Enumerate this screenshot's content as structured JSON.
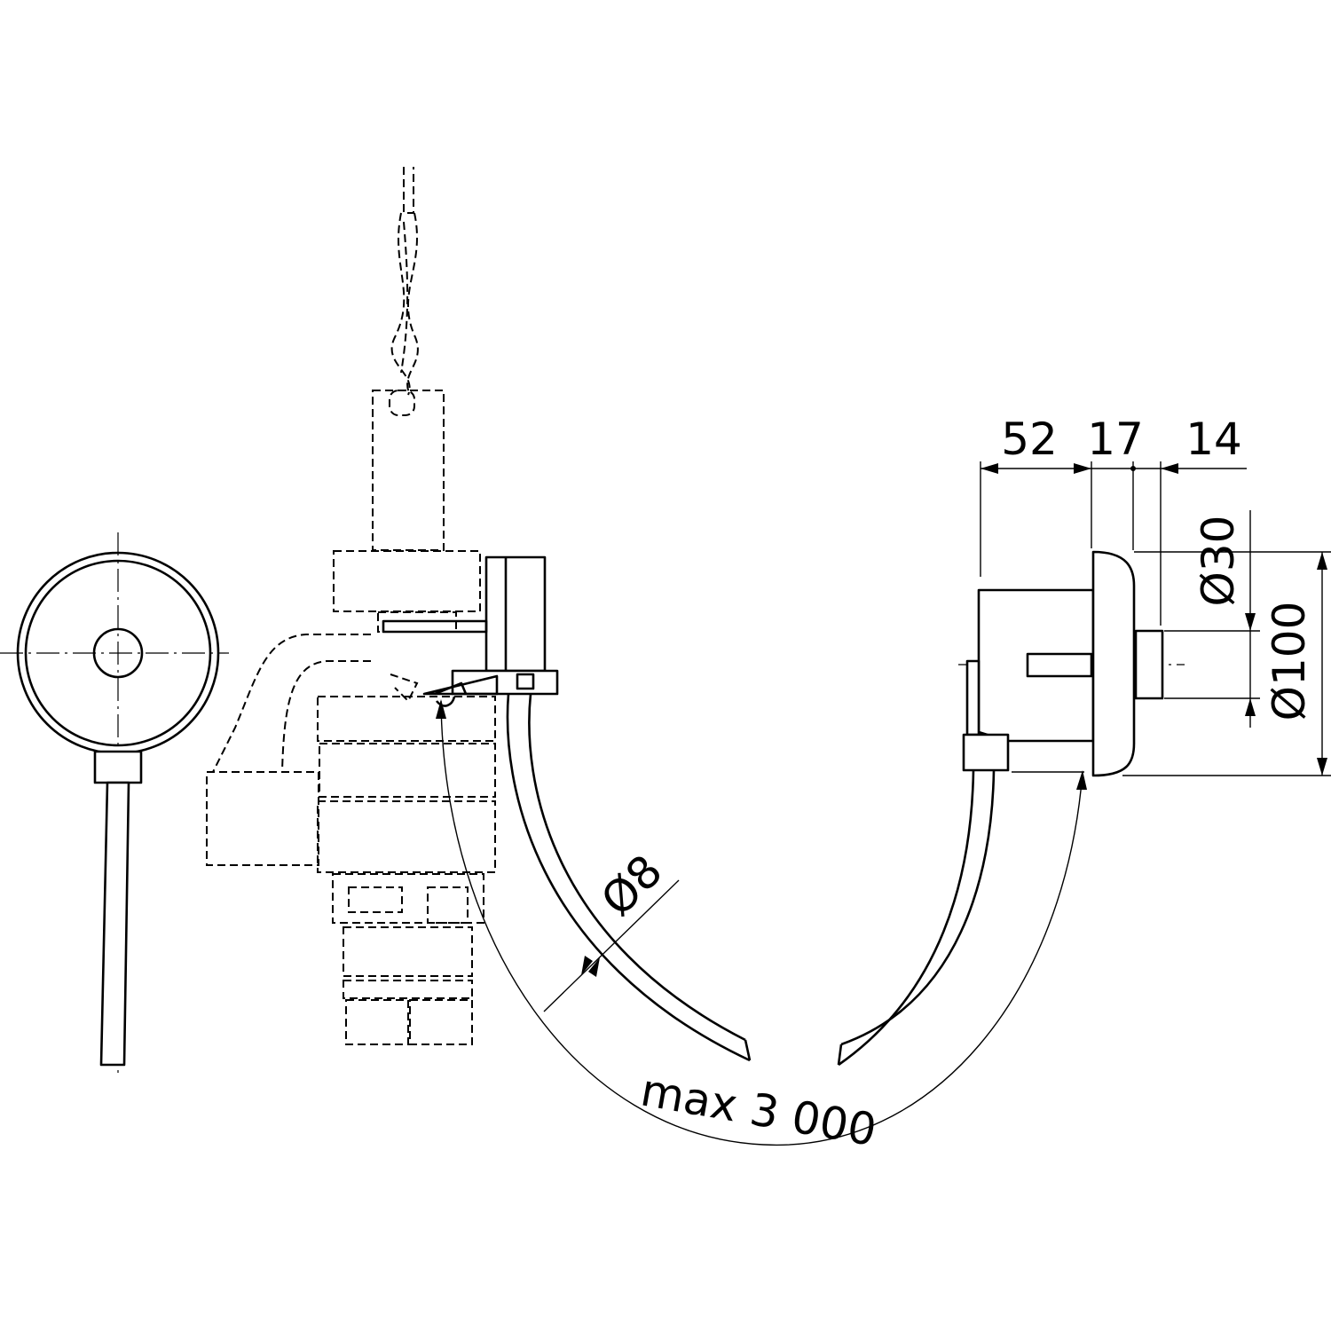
{
  "colors": {
    "ink": "#000000",
    "paper": "#ffffff"
  },
  "dimensions": {
    "depth_body": "52",
    "depth_plate": "17",
    "depth_button": "14",
    "button_diameter": "Ø30",
    "plate_diameter": "Ø100",
    "hose_diameter": "Ø8",
    "hose_length": "max 3 000"
  }
}
